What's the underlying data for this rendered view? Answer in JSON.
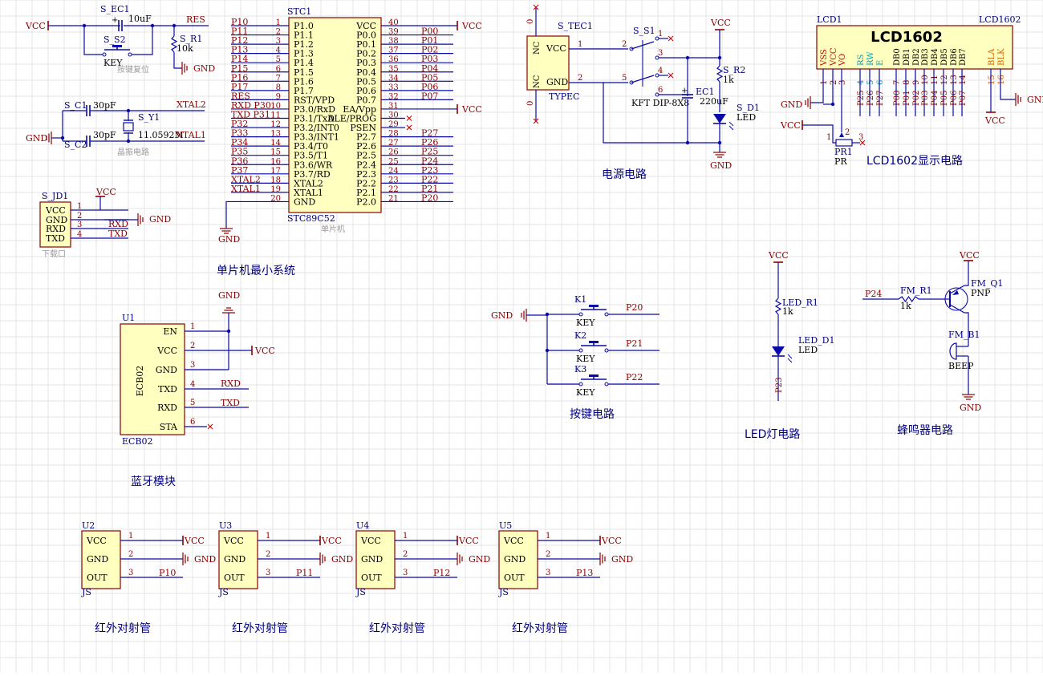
{
  "colors": {
    "background": "#ffffff",
    "grid": "#e4e4e4",
    "wire": "#0a0aa8",
    "net_label": "#8b0000",
    "ref_text": "#000080",
    "pin_number": "#8b0000",
    "component_outline": "#8b0000",
    "component_fill": "#ffffc0",
    "cyan_pins": "#009cb4",
    "orange_pins": "#d06000",
    "noconnect": "#d00000",
    "title_text": "#000080",
    "description": "#9a9a9a"
  },
  "blocks": {
    "reset": {
      "net_vcc": "VCC",
      "cap_ref": "S_EC1",
      "cap_value": "10uF",
      "cap_plus": "+",
      "sw_ref": "S_S2",
      "sw_value": "KEY",
      "net_res": "RES",
      "res_ref": "S_R1",
      "res_value": "10k",
      "net_gnd": "GND",
      "description": "按键复位"
    },
    "crystal": {
      "c1_ref": "S_C1",
      "c1_value": "30pF",
      "c2_ref": "S_C2",
      "c2_value": "30pF",
      "y_ref": "S_Y1",
      "y_value": "11.0592M",
      "net_x2": "XTAL2",
      "net_x1": "XTAL1",
      "net_gnd": "GND",
      "description": "晶振电路"
    },
    "download": {
      "ref": "S_JD1",
      "pins": [
        "VCC",
        "GND",
        "RXD",
        "TXD"
      ],
      "pin_numbers": [
        "1",
        "2",
        "3",
        "4"
      ],
      "net_vcc": "VCC",
      "net_gnd": "GND",
      "net_rxd": "RXD",
      "net_txd": "TXD",
      "description": "下载口"
    },
    "mcu": {
      "ref": "STC1",
      "value": "STC89C52",
      "description": "单片机",
      "title": "单片机最小系统",
      "left_pins": [
        {
          "num": "1",
          "name": "P1.0",
          "net": "P10"
        },
        {
          "num": "2",
          "name": "P1.1",
          "net": "P11"
        },
        {
          "num": "3",
          "name": "P1.2",
          "net": "P12"
        },
        {
          "num": "4",
          "name": "P1.3",
          "net": "P13"
        },
        {
          "num": "5",
          "name": "P1.4",
          "net": "P14"
        },
        {
          "num": "6",
          "name": "P1.5",
          "net": "P15"
        },
        {
          "num": "7",
          "name": "P1.6",
          "net": "P16"
        },
        {
          "num": "8",
          "name": "P1.7",
          "net": "P17"
        },
        {
          "num": "9",
          "name": "RST/VPD",
          "net": "RES"
        },
        {
          "num": "10",
          "name": "P3.0/RxD",
          "net": "RXD P30"
        },
        {
          "num": "11",
          "name": "P3.1/TxD",
          "net": "TXD P31"
        },
        {
          "num": "12",
          "name": "P3.2/INT0",
          "net": "P32"
        },
        {
          "num": "13",
          "name": "P3.3/INT1",
          "net": "P33"
        },
        {
          "num": "14",
          "name": "P3.4/T0",
          "net": "P34"
        },
        {
          "num": "15",
          "name": "P3.5/T1",
          "net": "P35"
        },
        {
          "num": "16",
          "name": "P3.6/WR",
          "net": "P36"
        },
        {
          "num": "17",
          "name": "P3.7/RD",
          "net": "P37"
        },
        {
          "num": "18",
          "name": "XTAL2",
          "net": "XTAL2"
        },
        {
          "num": "19",
          "name": "XTAL1",
          "net": "XTAL1"
        },
        {
          "num": "20",
          "name": "GND",
          "net": ""
        }
      ],
      "right_pins": [
        {
          "num": "40",
          "name": "VCC",
          "net": "VCC"
        },
        {
          "num": "39",
          "name": "P0.0",
          "net": "P00"
        },
        {
          "num": "38",
          "name": "P0.1",
          "net": "P01"
        },
        {
          "num": "37",
          "name": "P0.2",
          "net": "P02"
        },
        {
          "num": "36",
          "name": "P0.3",
          "net": "P03"
        },
        {
          "num": "35",
          "name": "P0.4",
          "net": "P04"
        },
        {
          "num": "34",
          "name": "P0.5",
          "net": "P05"
        },
        {
          "num": "33",
          "name": "P0.6",
          "net": "P06"
        },
        {
          "num": "32",
          "name": "P0.7",
          "net": "P07"
        },
        {
          "num": "31",
          "name": "EA/Vpp",
          "net": "VCC"
        },
        {
          "num": "30",
          "name": "ALE/PROG",
          "net": ""
        },
        {
          "num": "29",
          "name": "PSEN",
          "net": ""
        },
        {
          "num": "28",
          "name": "P2.7",
          "net": "P27"
        },
        {
          "num": "27",
          "name": "P2.6",
          "net": "P26"
        },
        {
          "num": "26",
          "name": "P2.5",
          "net": "P25"
        },
        {
          "num": "25",
          "name": "P2.4",
          "net": "P24"
        },
        {
          "num": "24",
          "name": "P2.3",
          "net": "P23"
        },
        {
          "num": "23",
          "name": "P2.2",
          "net": "P22"
        },
        {
          "num": "22",
          "name": "P2.1",
          "net": "P21"
        },
        {
          "num": "21",
          "name": "P2.0",
          "net": "P20"
        }
      ],
      "net_gnd": "GND"
    },
    "power": {
      "tec_ref": "S_TEC1",
      "tec_value": "TYPEC",
      "tec_pins": [
        "NC",
        "VCC",
        "GND",
        "NC"
      ],
      "tec_pin_numbers": [
        "0",
        "1",
        "2",
        "0"
      ],
      "sw_ref": "S_S1",
      "sw_value": "KFT DIP-8X8",
      "sw_pin_numbers": [
        "1",
        "2",
        "3",
        "4",
        "5",
        "6"
      ],
      "cap_ref": "EC1",
      "cap_value": "220uF",
      "cap_plus": "+",
      "res_ref": "S_R2",
      "res_value": "1k",
      "led_ref": "S_D1",
      "led_value": "LED",
      "net_vcc": "VCC",
      "net_gnd": "GND",
      "title": "电源电路"
    },
    "lcd": {
      "ref": "LCD1",
      "ref_right": "LCD1602",
      "value": "LCD1602",
      "pins": [
        {
          "num": "1",
          "name": "VSS",
          "net": ""
        },
        {
          "num": "2",
          "name": "VCC",
          "net": ""
        },
        {
          "num": "3",
          "name": "VO",
          "net": ""
        },
        {
          "num": "4",
          "name": "RS",
          "net": "P25"
        },
        {
          "num": "5",
          "name": "RW",
          "net": "P26"
        },
        {
          "num": "6",
          "name": "E",
          "net": "P27"
        },
        {
          "num": "7",
          "name": "DB0",
          "net": "P00"
        },
        {
          "num": "8",
          "name": "DB1",
          "net": "P01"
        },
        {
          "num": "9",
          "name": "DB2",
          "net": "P02"
        },
        {
          "num": "10",
          "name": "DB3",
          "net": "P03"
        },
        {
          "num": "11",
          "name": "DB4",
          "net": "P04"
        },
        {
          "num": "12",
          "name": "DB5",
          "net": "P05"
        },
        {
          "num": "13",
          "name": "DB6",
          "net": "P06"
        },
        {
          "num": "14",
          "name": "DB7",
          "net": "P07"
        },
        {
          "num": "15",
          "name": "BLA",
          "net": ""
        },
        {
          "num": "16",
          "name": "BLK",
          "net": ""
        }
      ],
      "net_gnd_left": "GND",
      "net_vcc_left": "VCC",
      "net_gnd_right": "GND",
      "net_vcc_right": "VCC",
      "pot_ref": "PR1",
      "pot_value": "PR",
      "pot_pins": [
        "1",
        "2",
        "3"
      ],
      "title": "LCD1602显示电路"
    },
    "bluetooth": {
      "ref": "U1",
      "value": "ECB02",
      "body_label": "ECB02",
      "pins": [
        {
          "num": "1",
          "name": "EN",
          "net": ""
        },
        {
          "num": "2",
          "name": "VCC",
          "net": "VCC"
        },
        {
          "num": "3",
          "name": "GND",
          "net": ""
        },
        {
          "num": "4",
          "name": "TXD",
          "net": "RXD"
        },
        {
          "num": "5",
          "name": "RXD",
          "net": "TXD"
        },
        {
          "num": "6",
          "name": "STA",
          "net": ""
        }
      ],
      "net_gnd": "GND",
      "title": "蓝牙模块"
    },
    "keys": {
      "net_gnd": "GND",
      "items": [
        {
          "ref": "K1",
          "value": "KEY",
          "net": "P20"
        },
        {
          "ref": "K2",
          "value": "KEY",
          "net": "P21"
        },
        {
          "ref": "K3",
          "value": "KEY",
          "net": "P22"
        }
      ],
      "title": "按键电路"
    },
    "led": {
      "net_vcc": "VCC",
      "res_ref": "LED_R1",
      "res_value": "1k",
      "led_ref": "LED_D1",
      "led_value": "LED",
      "net": "P23",
      "title": "LED灯电路"
    },
    "buzzer": {
      "net_in": "P24",
      "res_ref": "FM_R1",
      "res_value": "1k",
      "q_ref": "FM_Q1",
      "q_value": "PNP",
      "net_vcc": "VCC",
      "bz_ref": "FM_B1",
      "bz_value": "BEEP",
      "net_gnd": "GND",
      "title": "蜂鸣器电路"
    },
    "ir_sensors": [
      {
        "ref": "U2",
        "value": "JS",
        "pins": [
          "VCC",
          "GND",
          "OUT"
        ],
        "pin_numbers": [
          "1",
          "2",
          "3"
        ],
        "net_vcc": "VCC",
        "net_gnd": "GND",
        "net_out": "P10",
        "title": "红外对射管"
      },
      {
        "ref": "U3",
        "value": "JS",
        "pins": [
          "VCC",
          "GND",
          "OUT"
        ],
        "pin_numbers": [
          "1",
          "2",
          "3"
        ],
        "net_vcc": "VCC",
        "net_gnd": "GND",
        "net_out": "P11",
        "title": "红外对射管"
      },
      {
        "ref": "U4",
        "value": "JS",
        "pins": [
          "VCC",
          "GND",
          "OUT"
        ],
        "pin_numbers": [
          "1",
          "2",
          "3"
        ],
        "net_vcc": "VCC",
        "net_gnd": "GND",
        "net_out": "P12",
        "title": "红外对射管"
      },
      {
        "ref": "U5",
        "value": "JS",
        "pins": [
          "VCC",
          "GND",
          "OUT"
        ],
        "pin_numbers": [
          "1",
          "2",
          "3"
        ],
        "net_vcc": "VCC",
        "net_gnd": "GND",
        "net_out": "P13",
        "title": "红外对射管"
      }
    ]
  }
}
